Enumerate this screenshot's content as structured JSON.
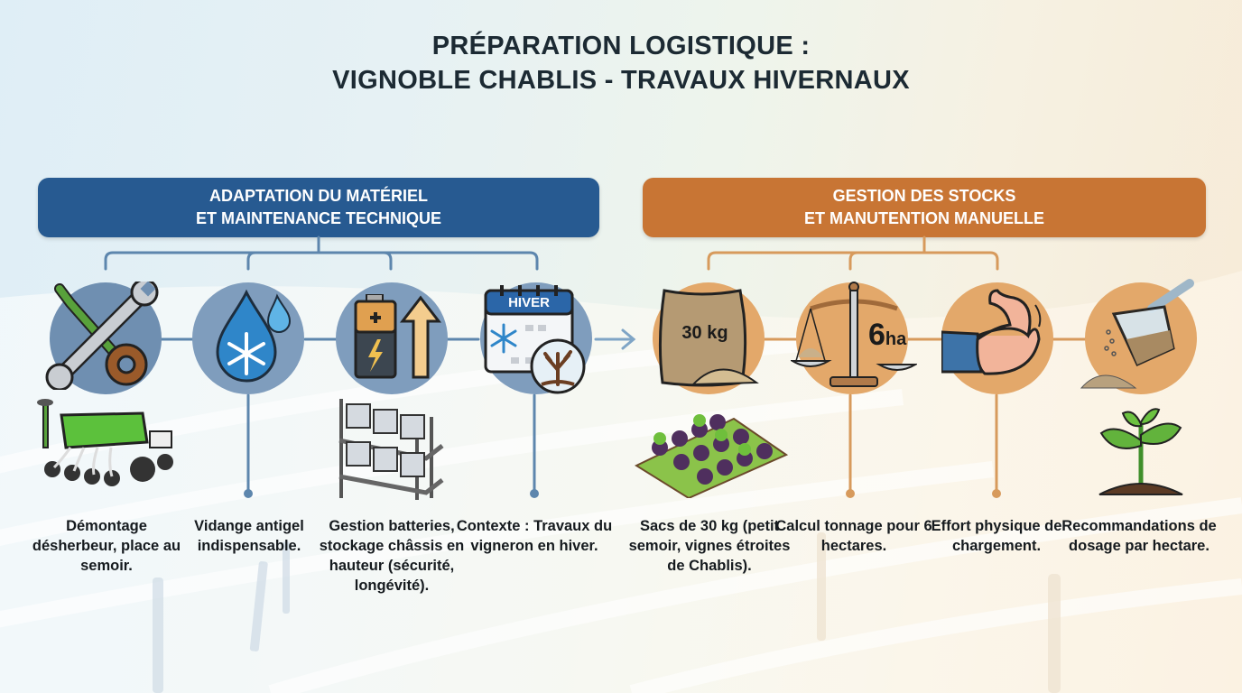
{
  "title": {
    "line1": "PRÉPARATION LOGISTIQUE :",
    "line2": "VIGNOBLE CHABLIS - TRAVAUX HIVERNAUX"
  },
  "colors": {
    "blue_banner": "#275a91",
    "blue_connector": "#5d86ad",
    "orange_banner": "#c87534",
    "orange_connector": "#d79a5c",
    "blue_circle": "#6f8fb1",
    "orange_circle": "#e3a86a"
  },
  "sections": [
    {
      "header": {
        "line1": "ADAPTATION DU MATÉRIEL",
        "line2": "ET MAINTENANCE TECHNIQUE"
      },
      "items": [
        {
          "icon": "wrench-gear-icon",
          "sub_icon": "seeder-machine-icon",
          "label": "Démontage désherbeur, place au semoir."
        },
        {
          "icon": "antifreeze-drop-icon",
          "label": "Vidange antigel indispensable."
        },
        {
          "icon": "battery-arrow-up-icon",
          "sub_icon": "battery-rack-icon",
          "label": "Gestion batteries, stockage châssis en hauteur (sécurité, longévité)."
        },
        {
          "icon": "winter-calendar-icon",
          "calendar_text": "HIVER",
          "sub_icon": "bare-tree-icon",
          "label": "Contexte : Travaux du vigneron en hiver."
        }
      ]
    },
    {
      "header": {
        "line1": "GESTION DES STOCKS",
        "line2": "ET MANUTENTION MANUELLE"
      },
      "items": [
        {
          "icon": "seed-bag-icon",
          "bag_text": "30 kg",
          "sub_icon": "vineyard-rows-icon",
          "label": "Sacs de 30 kg (petit semoir, vignes étroites de Chablis)."
        },
        {
          "icon": "balance-scale-icon",
          "scale_text_big": "6",
          "scale_text_small": "ha",
          "label": "Calcul tonnage pour 6 hectares."
        },
        {
          "icon": "flexed-arm-icon",
          "label": "Effort physique de chargement."
        },
        {
          "icon": "measuring-cup-icon",
          "sub_icon": "sprout-icon",
          "label": "Recommandations de dosage par hectare."
        }
      ]
    }
  ]
}
